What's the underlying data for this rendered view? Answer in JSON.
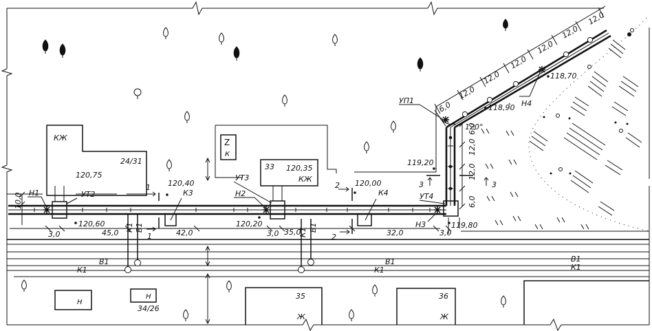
{
  "title": "",
  "buildings": {
    "b1_type": "КЖ",
    "b1_number": "24/31",
    "b1_elev": "120,75",
    "b2_number": "33",
    "b2_elev": "120,35",
    "b2_type": "КЖ",
    "b3_type": "Н",
    "b4_type": "Н",
    "b4_number": "34/26",
    "b5_number": "35",
    "b5_type": "Ж",
    "b6_number": "36",
    "b6_type": "Ж",
    "boiler_label": "К"
  },
  "chambers": {
    "ut2": "УТ2",
    "ut3": "УТ3",
    "ut4": "УТ4",
    "up1": "УП1",
    "k3": "К3",
    "k4": "К4",
    "n1": "Н1",
    "n2": "Н2",
    "n3": "Н3",
    "n4": "Н4"
  },
  "elevations": {
    "e1": "120,60",
    "e2": "120,40",
    "e3": "120,20",
    "e4": "120,00",
    "e5": "119,80",
    "e6": "119,20",
    "e7": "118,90",
    "e8": "118,70"
  },
  "dimensions": {
    "d_10": "10,0",
    "d_3a": "3,0",
    "d_45": "45,0",
    "d_42": "42,0",
    "d_3b": "3,0",
    "d_35": "35,0",
    "d_32": "32,0",
    "d_3c": "3,0",
    "d_6a": "6,0",
    "d_12a": "12,0",
    "d_12b": "12,0",
    "d_6b": "6,0",
    "d_6c": "6,0",
    "d_12c": "12,0",
    "d_12d": "12,0",
    "d_12e": "12,0",
    "d_12f": "12,0",
    "d_12g": "12,0",
    "d_12h": "12,0",
    "angle": "120°"
  },
  "sections": {
    "s1a": "1",
    "s1b": "1",
    "s2a": "2",
    "s2b": "2",
    "s3a": "3",
    "s3b": "3"
  },
  "utilities": {
    "k1": "К1",
    "v1": "В1",
    "k1b": "К1",
    "v1b": "В1",
    "v1c": "В1",
    "k1c": "К1",
    "v1d": "В1",
    "k1d": "К1",
    "v1e": "В1",
    "k1e": "К1",
    "z_mark": "Z"
  }
}
